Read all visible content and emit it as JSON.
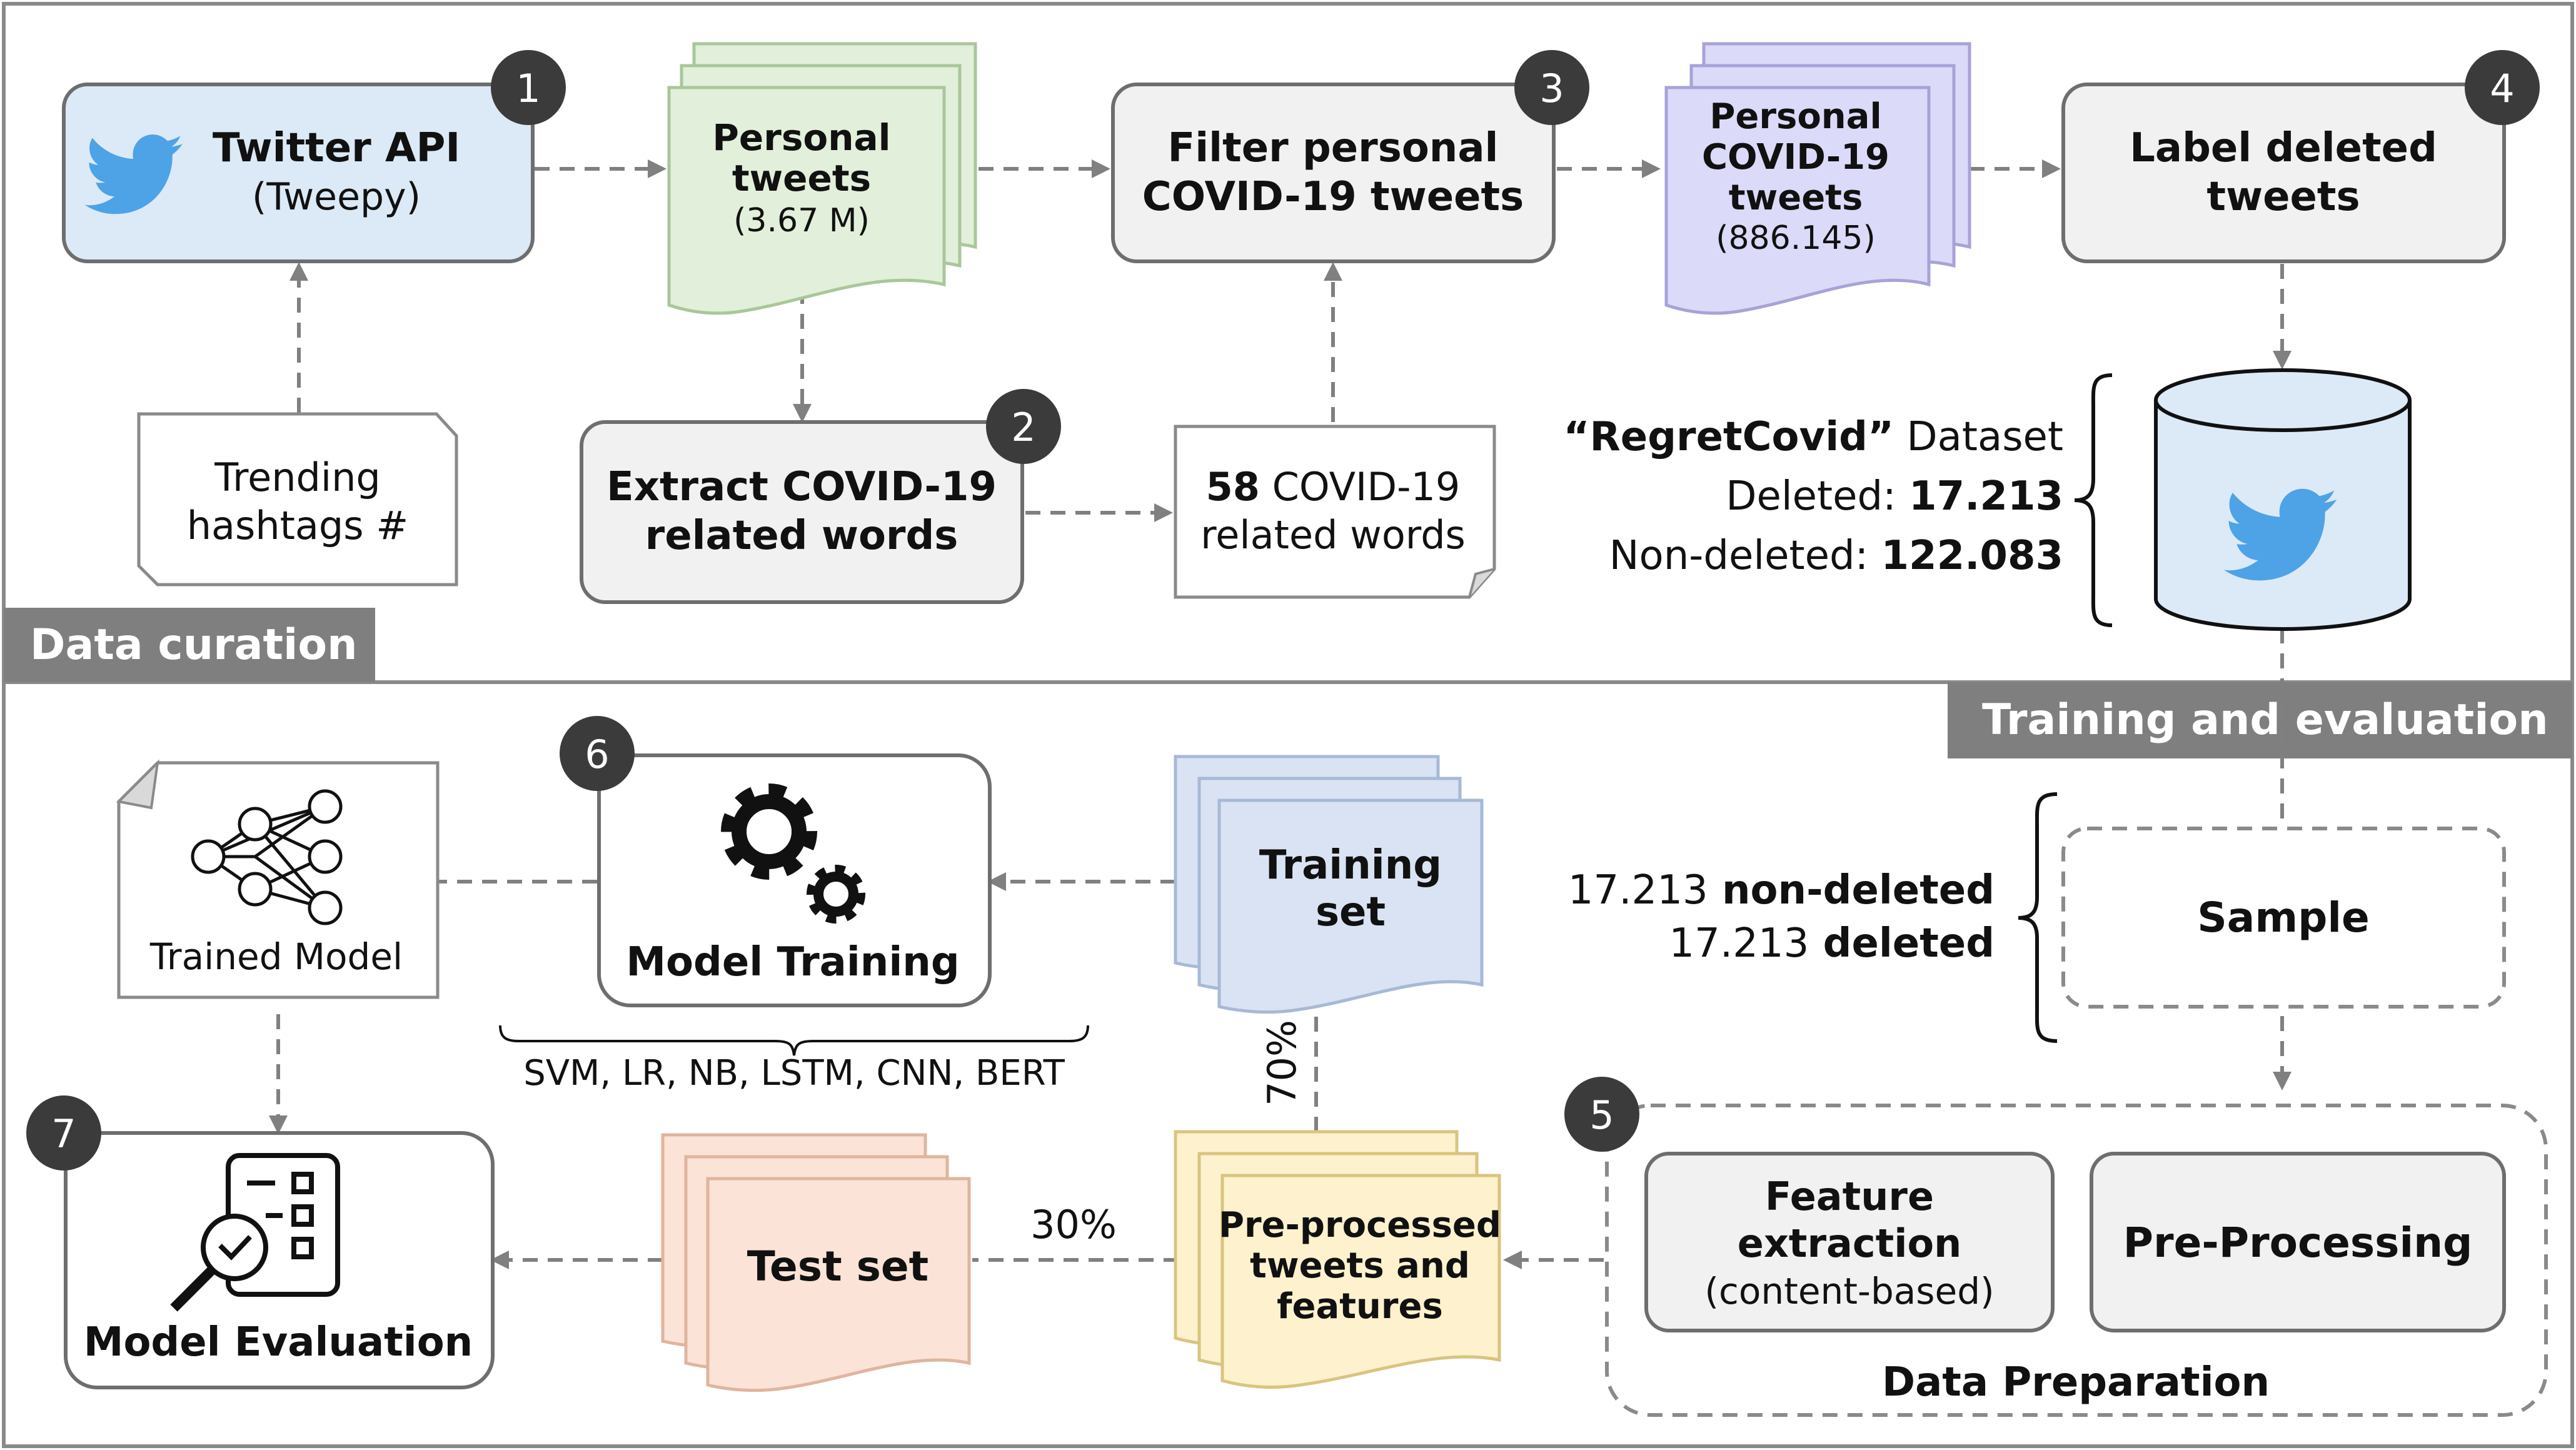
{
  "sections": {
    "data_curation": "Data curation",
    "training_evaluation": "Training and evaluation"
  },
  "steps": [
    "1",
    "2",
    "3",
    "4",
    "5",
    "6",
    "7"
  ],
  "nodes": {
    "twitter_api": {
      "title": "Twitter API",
      "subtitle": "(Tweepy)"
    },
    "trending": {
      "line1": "Trending",
      "line2": "hashtags #"
    },
    "personal_tweets": {
      "line1": "Personal",
      "line2": "tweets",
      "count": "(3.67 M)"
    },
    "extract_words": {
      "line1": "Extract COVID-19",
      "line2": "related words"
    },
    "covid_words": {
      "count": "58",
      "line1_rest": " COVID-19",
      "line2": "related words"
    },
    "filter_tweets": {
      "line1": "Filter personal",
      "line2": "COVID-19 tweets"
    },
    "personal_covid": {
      "line1": "Personal",
      "line2": "COVID-19",
      "line3": "tweets",
      "count": "(886.145)"
    },
    "label_deleted": {
      "line1": "Label deleted",
      "line2": "tweets"
    },
    "dataset": {
      "name": "“RegretCovid”",
      "name_rest": " Dataset",
      "deleted_label": "Deleted: ",
      "deleted_value": "17.213",
      "nondeleted_label": "Non-deleted: ",
      "nondeleted_value": "122.083"
    },
    "sample": {
      "label": "Sample",
      "line1_num": "17.213",
      "line1_text": " non-deleted",
      "line2_num": "17.213",
      "line2_text": " deleted"
    },
    "data_preparation": {
      "label": "Data Preparation",
      "feature_line1": "Feature",
      "feature_line2": "extraction",
      "feature_line3": "(content-based)",
      "preprocessing": "Pre-Processing"
    },
    "preprocessed": {
      "line1": "Pre-processed",
      "line2": "tweets and",
      "line3": "features"
    },
    "training_set": {
      "line1": "Training",
      "line2": "set"
    },
    "test_set": {
      "label": "Test set"
    },
    "model_training": {
      "label": "Model Training",
      "models": "SVM, LR, NB, LSTM, CNN, BERT"
    },
    "trained_model": {
      "label": "Trained Model"
    },
    "model_evaluation": {
      "label": "Model Evaluation"
    },
    "split": {
      "train_pct": "70%",
      "test_pct": "30%"
    }
  },
  "colors": {
    "twitter_blue": "#4da3e6",
    "api_box": "#dce9f6",
    "personal_tweets": "#e2efda",
    "personal_covid": "#dcdaf9",
    "training_set": "#d9e3f3",
    "test_set": "#fbe3d7",
    "preprocessed": "#fdf2cd",
    "grey_box": "#f1f1f1",
    "banner": "#7f7f7f",
    "badge": "#3b3b3b",
    "line": "#808080"
  }
}
